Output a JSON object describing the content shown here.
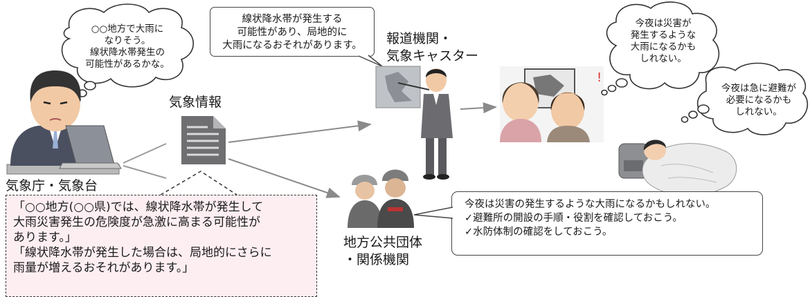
{
  "agencies": {
    "jma_label": "気象庁・気象台",
    "info_label": "気象情報",
    "media_label_line1": "報道機関・",
    "media_label_line2": "気象キャスター",
    "local_gov_line1": "地方公共団体",
    "local_gov_line2": "・関係機関"
  },
  "bubbles": {
    "jma_thought": "○○地方で大雨に\nなりそう。\n線状降水帯発生の\n可能性があるかな。",
    "media_speech": "線状降水帯が発生する\n可能性があり、局地的に\n大雨になるおそれがあります。",
    "resident_a": "今夜は災害が\n発生するような\n大雨になるかも\nしれない。",
    "resident_b": "今夜は急に避難が\n必要になるかも\nしれない。",
    "local_gov_speech": "今夜は災害の発生するような大雨になるかもしれない。\n✓避難所の開設の手順・役割を確認しておこう。\n✓水防体制の確認をしておこう。"
  },
  "info_example": "「○○地方(○○県)では、線状降水帯が発生して\n大雨災害発生の危険度が急激に高まる可能性が\nあります。」\n「線状降水帯が発生した場合は、局地的にさらに\n雨量が増えるおそれがあります。」",
  "icons": {
    "jma_staff": "person-at-laptop",
    "info_doc": "document-icon",
    "caster": "weather-caster",
    "family": "family-watching-tv",
    "sleeper": "child-in-futon",
    "rescue": "rescue-workers"
  },
  "colors": {
    "pink_bg": "#fdeef2",
    "arrow": "#8a8a8a"
  }
}
